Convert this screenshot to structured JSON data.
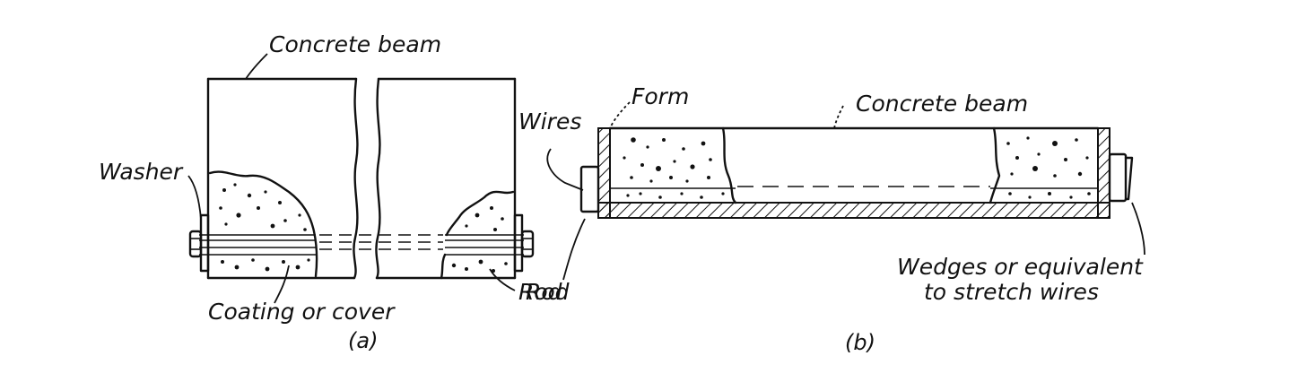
{
  "figure_a": {
    "label_concrete_beam": "Concrete beam",
    "label_washer": "Washer",
    "label_coating": "Coating or cover",
    "label_rod": "Rod",
    "caption": "(a)"
  },
  "figure_b": {
    "label_form": "Form",
    "label_wires": "Wires",
    "label_concrete_beam": "Concrete beam",
    "label_rod": "Rod",
    "label_wedges_line1": "Wedges or equivalent",
    "label_wedges_line2": "to stretch  wires",
    "caption": "(b)"
  },
  "colors": {
    "ink": "#111111",
    "paper": "#ffffff"
  }
}
